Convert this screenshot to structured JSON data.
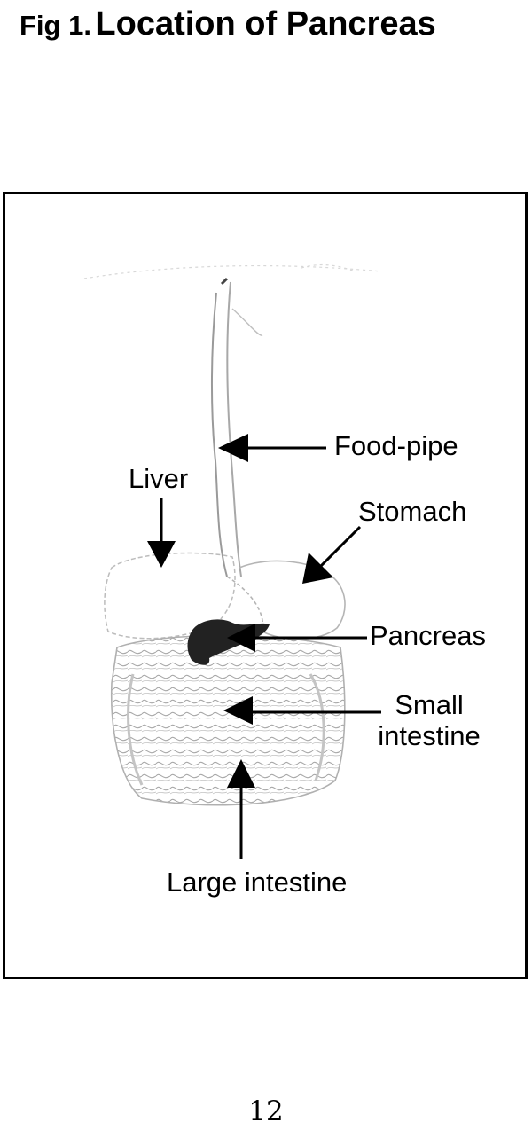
{
  "figure": {
    "number_label": "Fig 1.",
    "title": "Location of Pancreas"
  },
  "labels": {
    "food_pipe": "Food-pipe",
    "liver": "Liver",
    "stomach": "Stomach",
    "pancreas": "Pancreas",
    "small_intestine_line1": "Small",
    "small_intestine_line2": "intestine",
    "large_intestine": "Large intestine"
  },
  "page": {
    "number": "12"
  }
}
